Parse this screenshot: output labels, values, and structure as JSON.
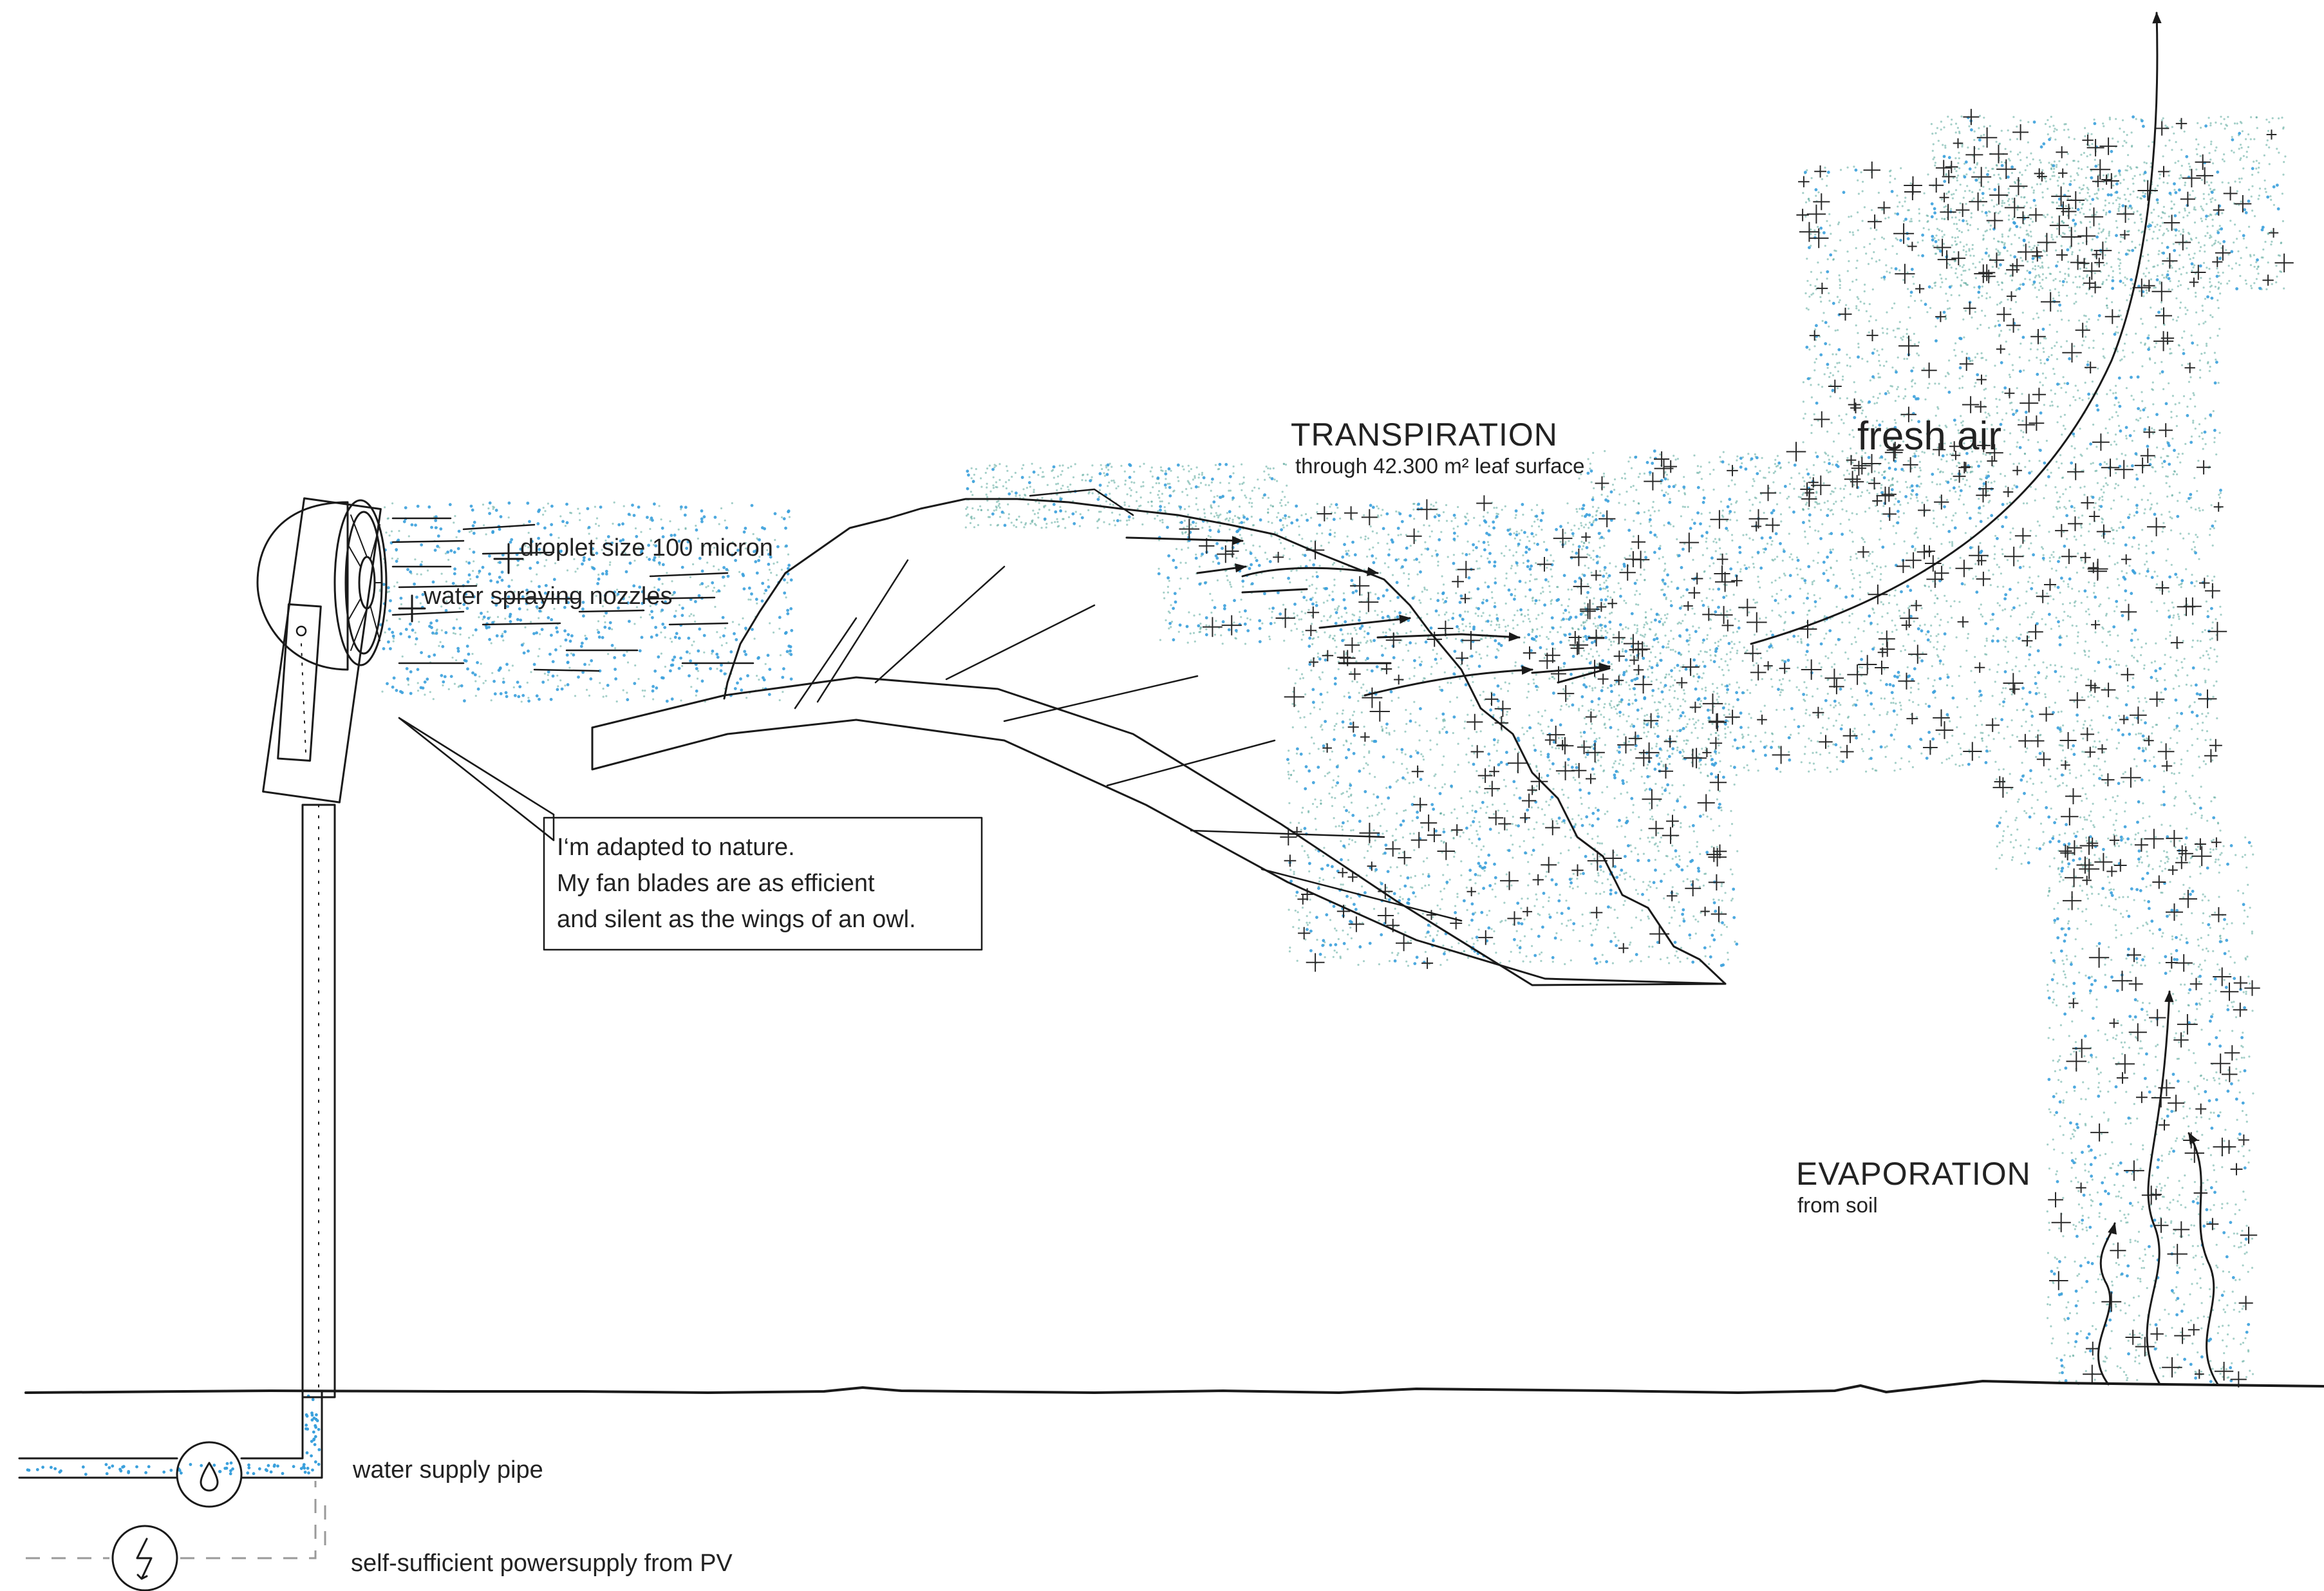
{
  "labels": {
    "transpiration_title": "TRANSPIRATION",
    "transpiration_sub": "through 42.300 m² leaf surface",
    "fresh_air": "fresh air",
    "droplet_size": "droplet size 100 micron",
    "nozzles": "water spraying nozzles",
    "evaporation_title": "EVAPORATION",
    "evaporation_sub": "from soil",
    "water_pipe": "water supply pipe",
    "power_supply": "self-sufficient powersupply from PV"
  },
  "callout": {
    "line1": "I‘m adapted to nature.",
    "line2": "My fan blades are as efficient",
    "line3": "and silent as the wings of an owl."
  },
  "icons": {
    "water_pump": "water-drop-icon",
    "power": "lightning-icon"
  },
  "colors": {
    "ink": "#1a1a1a",
    "water_dots": "#3aa0dc",
    "mist_dots": "#5aa89a",
    "dashed": "#9a9a9a"
  }
}
